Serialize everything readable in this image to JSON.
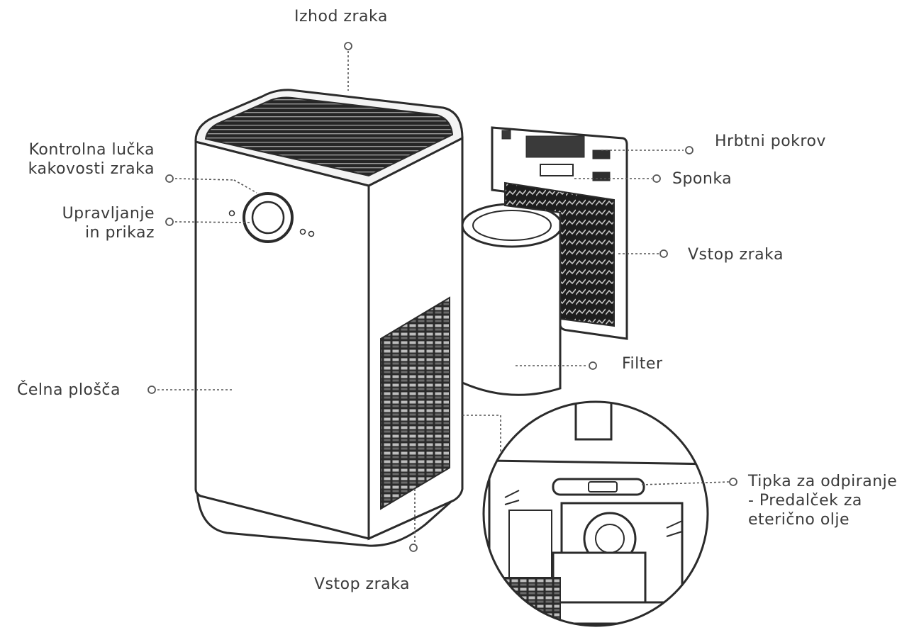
{
  "labels": {
    "air_outlet": "Izhod zraka",
    "indicator_line1": "Kontrolna lučka",
    "indicator_line2": "kakovosti zraka",
    "control_line1": "Upravljanje",
    "control_line2": "in prikaz",
    "front_panel": "Čelna plošča",
    "air_inlet_bottom": "Vstop zraka",
    "back_cover": "Hrbtni pokrov",
    "clip": "Sponka",
    "air_inlet_right": "Vstop zraka",
    "filter": "Filter",
    "release_line1": "Tipka za odpiranje",
    "release_line2": "- Predalček za",
    "release_line3": "eterično olje"
  }
}
